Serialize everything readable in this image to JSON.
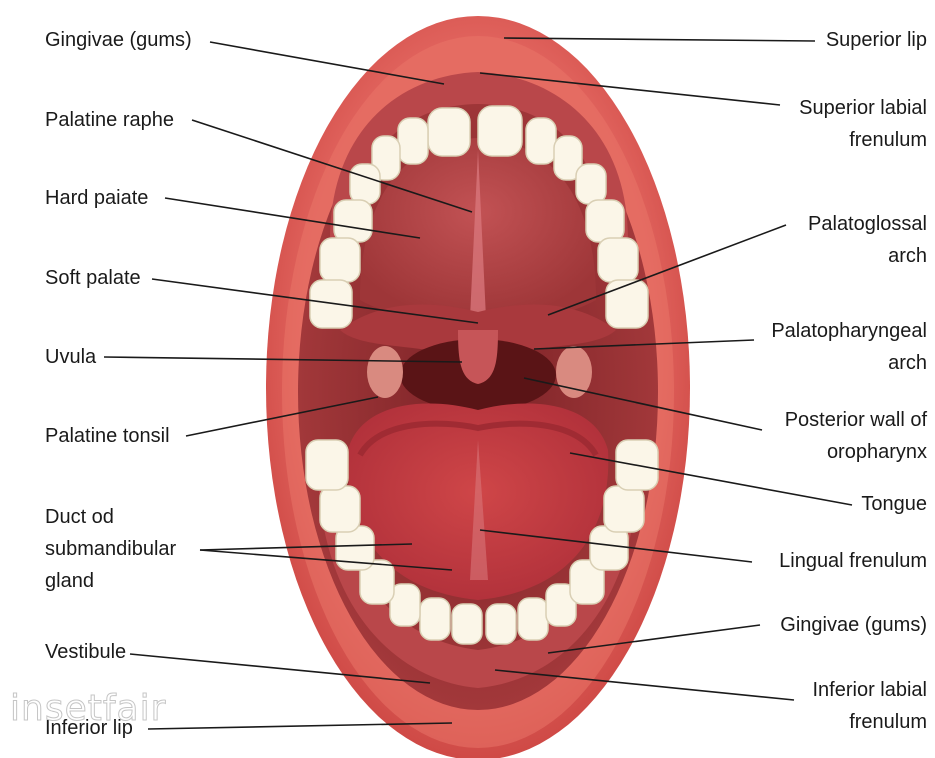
{
  "labels_left": {
    "gingivae_upper": "Gingivae (gums)",
    "palatine_raphe": "Palatine raphe",
    "hard_palate": "Hard paiate",
    "soft_palate": "Soft palate",
    "uvula": "Uvula",
    "palatine_tonsil": "Palatine tonsil",
    "duct_line1": "Duct od",
    "duct_line2": "submandibular",
    "duct_line3": "gland",
    "vestibule": "Vestibule",
    "inferior_lip": "Inferior lip"
  },
  "labels_right": {
    "superior_lip": "Superior lip",
    "superior_labial_1": "Superior labial",
    "superior_labial_2": "frenulum",
    "palatoglossal_1": "Palatoglossal",
    "palatoglossal_2": "arch",
    "palatopharyngeal_1": "Palatopharyngeal",
    "palatopharyngeal_2": "arch",
    "posterior_wall_1": "Posterior wall of",
    "posterior_wall_2": "oropharynx",
    "tongue": "Tongue",
    "lingual_frenulum": "Lingual frenulum",
    "gingivae_lower": "Gingivae (gums)",
    "inferior_labial_1": "Inferior labial",
    "inferior_labial_2": "frenulum"
  },
  "watermark": "insetfair",
  "colors": {
    "lip": "#d9504e",
    "lip_highlight": "#f08a80",
    "gum": "#b8484a",
    "palate": "#a83a3c",
    "tongue": "#c0393d",
    "throat": "#5a1416",
    "tooth": "#fbf6e8"
  }
}
